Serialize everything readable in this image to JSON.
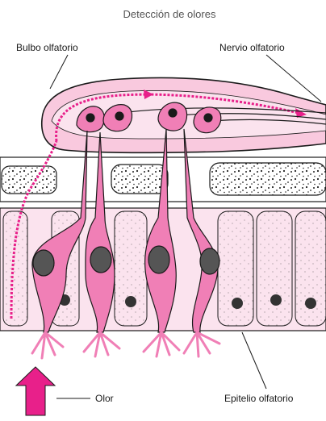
{
  "title": "Detección de olores",
  "labels": {
    "bulb": "Bulbo olfatorio",
    "nerve": "Nervio olfatorio",
    "odor": "Olor",
    "epithelium": "Epitelio olfatorio"
  },
  "colors": {
    "pink": "#f07fb6",
    "pink_light": "#f9c9de",
    "pink_pale": "#fbe3ee",
    "magenta": "#e8208a",
    "outline": "#1a1a1a",
    "title_text": "#555555"
  }
}
